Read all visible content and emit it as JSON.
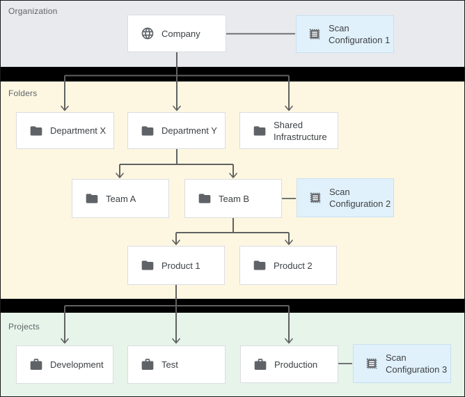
{
  "bands": {
    "organization": {
      "label": "Organization"
    },
    "folders": {
      "label": "Folders"
    },
    "projects": {
      "label": "Projects"
    }
  },
  "nodes": {
    "company": {
      "label": "Company",
      "icon": "globe-icon",
      "level": "organization"
    },
    "scan_configuration_1": {
      "label": "Scan Configuration 1",
      "icon": "scan-config-icon",
      "attached_to": "company"
    },
    "department_x": {
      "label": "Department X",
      "icon": "folder-icon",
      "level": "folder"
    },
    "department_y": {
      "label": "Department Y",
      "icon": "folder-icon",
      "level": "folder"
    },
    "shared_infrastructure": {
      "label": "Shared Infrastructure",
      "icon": "folder-icon",
      "level": "folder"
    },
    "team_a": {
      "label": "Team A",
      "icon": "folder-icon",
      "level": "folder"
    },
    "team_b": {
      "label": "Team B",
      "icon": "folder-icon",
      "level": "folder"
    },
    "scan_configuration_2": {
      "label": "Scan Configuration 2",
      "icon": "scan-config-icon",
      "attached_to": "team_b"
    },
    "product_1": {
      "label": "Product 1",
      "icon": "folder-icon",
      "level": "folder"
    },
    "product_2": {
      "label": "Product 2",
      "icon": "folder-icon",
      "level": "folder"
    },
    "development": {
      "label": "Development",
      "icon": "briefcase-icon",
      "level": "project"
    },
    "test": {
      "label": "Test",
      "icon": "briefcase-icon",
      "level": "project"
    },
    "production": {
      "label": "Production",
      "icon": "briefcase-icon",
      "level": "project"
    },
    "scan_configuration_3": {
      "label": "Scan Configuration 3",
      "icon": "scan-config-icon",
      "attached_to": "production"
    }
  },
  "edges": [
    {
      "from": "company",
      "to": "department_x",
      "kind": "arrow"
    },
    {
      "from": "company",
      "to": "department_y",
      "kind": "arrow"
    },
    {
      "from": "company",
      "to": "shared_infrastructure",
      "kind": "arrow"
    },
    {
      "from": "department_y",
      "to": "team_a",
      "kind": "arrow"
    },
    {
      "from": "department_y",
      "to": "team_b",
      "kind": "arrow"
    },
    {
      "from": "team_b",
      "to": "product_1",
      "kind": "arrow"
    },
    {
      "from": "team_b",
      "to": "product_2",
      "kind": "arrow"
    },
    {
      "from": "product_1",
      "to": "development",
      "kind": "arrow"
    },
    {
      "from": "product_1",
      "to": "test",
      "kind": "arrow"
    },
    {
      "from": "product_1",
      "to": "production",
      "kind": "arrow"
    },
    {
      "from": "company",
      "to": "scan_configuration_1",
      "kind": "plain"
    },
    {
      "from": "team_b",
      "to": "scan_configuration_2",
      "kind": "plain"
    },
    {
      "from": "production",
      "to": "scan_configuration_3",
      "kind": "plain"
    }
  ],
  "colors": {
    "band-org": "#e8eaed",
    "band-folders": "#fdf7e2",
    "band-projects": "#e6f4ea",
    "separator": "#000000",
    "node-bg": "#ffffff",
    "node-border": "#dadce0",
    "scan-bg": "#e1f1fb",
    "scan-border": "#c8e0f1",
    "line": "#616161",
    "icon": "#5f6368",
    "text": "#3c4043",
    "band-label": "#5f6368"
  }
}
